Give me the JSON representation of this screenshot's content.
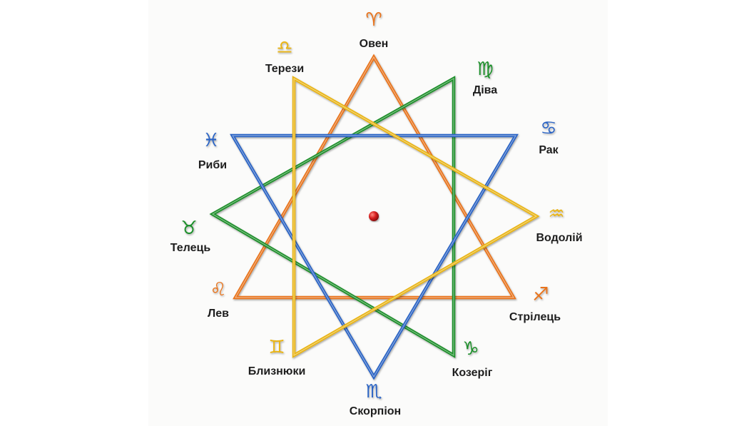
{
  "colors": {
    "orange": "#e8731a",
    "green": "#1e8f2a",
    "blue": "#2a63c4",
    "yellow": "#e9b413",
    "center": "#d61f1f"
  },
  "signs": [
    {
      "id": "aries",
      "label": "Овен",
      "glyph": "♈",
      "icon": "aries-icon",
      "color": "orange"
    },
    {
      "id": "virgo",
      "label": "Діва",
      "glyph": "♍",
      "icon": "virgo-icon",
      "color": "green"
    },
    {
      "id": "cancer",
      "label": "Рак",
      "glyph": "♋",
      "icon": "cancer-icon",
      "color": "blue"
    },
    {
      "id": "aquarius",
      "label": "Водолій",
      "glyph": "♒",
      "icon": "aquarius-icon",
      "color": "yellow"
    },
    {
      "id": "sagittarius",
      "label": "Стрілець",
      "glyph": "♐",
      "icon": "sagittarius-icon",
      "color": "orange"
    },
    {
      "id": "capricorn",
      "label": "Козеріг",
      "glyph": "♑",
      "icon": "capricorn-icon",
      "color": "green"
    },
    {
      "id": "scorpio",
      "label": "Скорпіон",
      "glyph": "♏",
      "icon": "scorpio-icon",
      "color": "blue"
    },
    {
      "id": "gemini",
      "label": "Близнюки",
      "glyph": "♊",
      "icon": "gemini-icon",
      "color": "yellow"
    },
    {
      "id": "leo",
      "label": "Лев",
      "glyph": "♌",
      "icon": "leo-icon",
      "color": "orange"
    },
    {
      "id": "taurus",
      "label": "Телець",
      "glyph": "♉",
      "icon": "taurus-icon",
      "color": "green"
    },
    {
      "id": "pisces",
      "label": "Риби",
      "glyph": "♓",
      "icon": "pisces-icon",
      "color": "blue"
    },
    {
      "id": "libra",
      "label": "Терези",
      "glyph": "♎",
      "icon": "libra-icon",
      "color": "yellow"
    }
  ],
  "triangles": [
    {
      "name": "orange-triangle",
      "color": "orange",
      "vertices": [
        "aries",
        "sagittarius",
        "leo"
      ]
    },
    {
      "name": "green-triangle",
      "color": "green",
      "vertices": [
        "virgo",
        "capricorn",
        "taurus"
      ]
    },
    {
      "name": "blue-triangle",
      "color": "blue",
      "vertices": [
        "cancer",
        "scorpio",
        "pisces"
      ]
    },
    {
      "name": "yellow-triangle",
      "color": "yellow",
      "vertices": [
        "aquarius",
        "gemini",
        "libra"
      ]
    }
  ]
}
